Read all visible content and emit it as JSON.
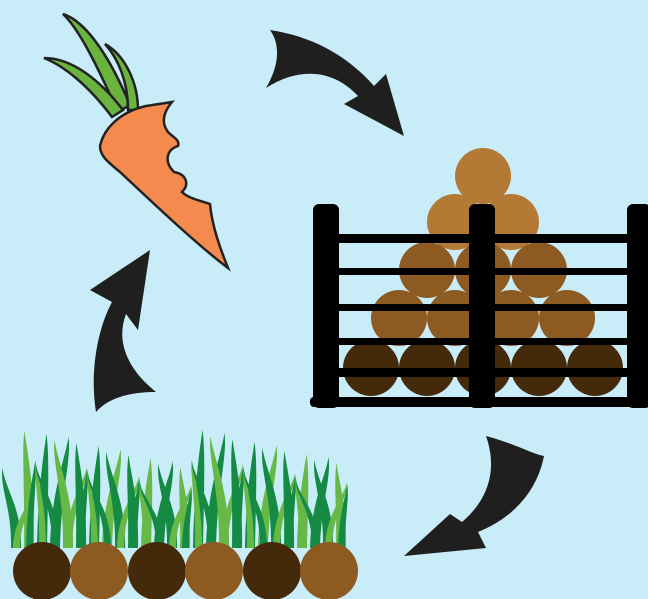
{
  "diagram": {
    "background_color": "#c8ecf8",
    "icons": {
      "carrot": "carrot-bitten-icon",
      "crate": "compost-crate-icon",
      "garden": "sprouting-garden-icon",
      "arrow": "curved-arrow-icon"
    },
    "colors": {
      "carrot": "#f58a4f",
      "carrot_leaves": "#6ab33f",
      "arrow": "#1f1f1f",
      "crate": "#000000",
      "soil_light": "#b47a35",
      "soil_mid": "#8d5a22",
      "soil_dark": "#45290b",
      "grass_dark": "#148a42",
      "grass_light": "#67b847"
    },
    "cycle_order": [
      "carrot",
      "crate",
      "garden",
      "carrot"
    ]
  }
}
